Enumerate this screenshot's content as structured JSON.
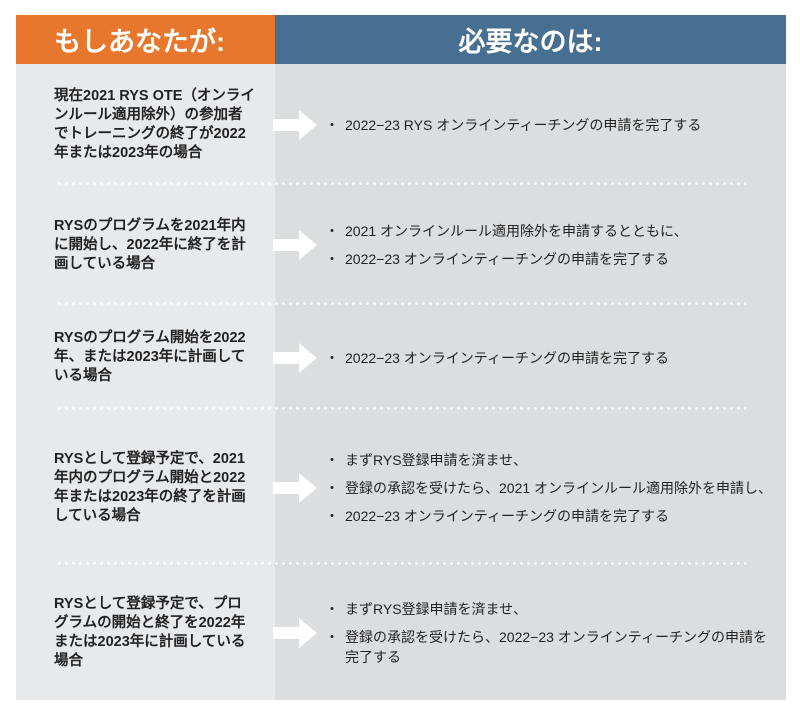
{
  "header": {
    "left": "もしあなたが:",
    "right": "必要なのは:"
  },
  "rows": [
    {
      "condition": "現在2021 RYS OTE（オンラインルール適用除外）の参加者でトレーニングの終了が2022年または2023年の場合",
      "actions": [
        "2022−23 RYS オンラインティーチングの申請を完了する"
      ]
    },
    {
      "condition": "RYSのプログラムを2021年内に開始し、2022年に終了を計画している場合",
      "actions": [
        "2021 オンラインルール適用除外を申請するとともに、",
        "2022−23 オンラインティーチングの申請を完了する"
      ]
    },
    {
      "condition": "RYSのプログラム開始を2022年、または2023年に計画している場合",
      "actions": [
        "2022−23 オンラインティーチングの申請を完了する"
      ]
    },
    {
      "condition": "RYSとして登録予定で、2021年内のプログラム開始と2022年または2023年の終了を計画している場合",
      "actions": [
        "まずRYS登録申請を済ませ、",
        "登録の承認を受けたら、2021 オンラインルール適用除外を申請し、",
        "2022−23 オンラインティーチングの申請を完了する"
      ]
    },
    {
      "condition": "RYSとして登録予定で、プログラムの開始と終了を2022年または2023年に計画している場合",
      "actions": [
        "まずRYS登録申請を済ませ、",
        "登録の承認を受けたら、2022−23 オンラインティーチングの申請を完了する"
      ]
    }
  ]
}
